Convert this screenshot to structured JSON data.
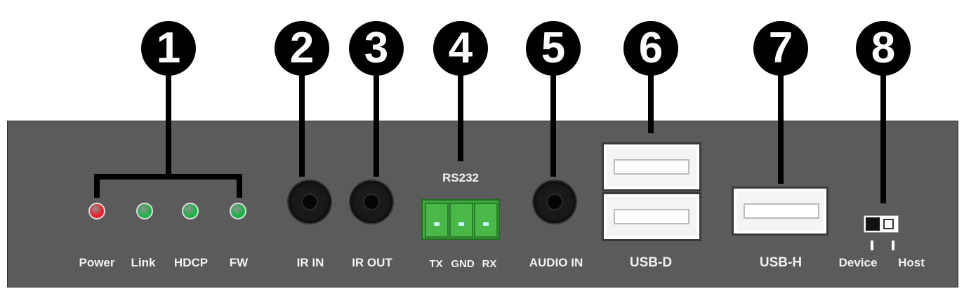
{
  "callouts": [
    "1",
    "2",
    "3",
    "4",
    "5",
    "6",
    "7",
    "8"
  ],
  "indicators": [
    {
      "label": "Power",
      "color": "#e8232e"
    },
    {
      "label": "Link",
      "color": "#1fb24a"
    },
    {
      "label": "HDCP",
      "color": "#1fb24a"
    },
    {
      "label": "FW",
      "color": "#1fb24a"
    }
  ],
  "ports": {
    "ir_in": "IR IN",
    "ir_out": "IR OUT",
    "rs232_title": "RS232",
    "rs232_pins": [
      "TX",
      "GND",
      "RX"
    ],
    "audio_in": "AUDIO IN",
    "usb_d": "USB-D",
    "usb_h": "USB-H"
  },
  "switch": {
    "left": "Device",
    "right": "Host"
  },
  "colors": {
    "panel": "#5b5b5b",
    "badge": "#000000",
    "terminal": "#3ea93e"
  }
}
